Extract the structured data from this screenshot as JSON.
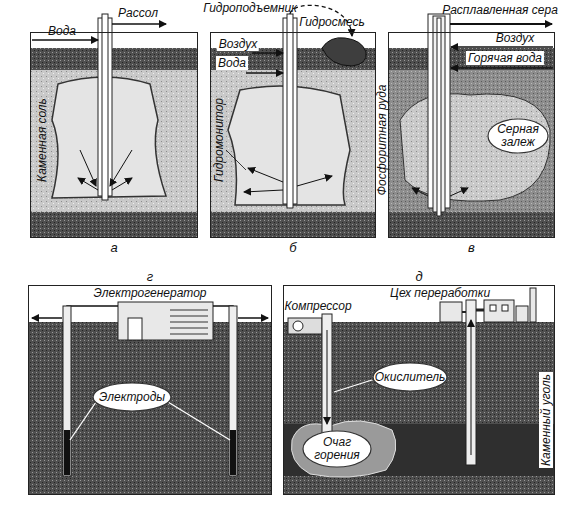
{
  "diagram": {
    "nodes": [
      {
        "text": [
          "а"
        ]
      },
      {
        "text": [
          "б"
        ]
      },
      {
        "text": [
          "в"
        ]
      },
      {
        "text": [
          "Серная залеж"
        ],
        "in": 2
      },
      {
        "text": [
          "г"
        ]
      },
      {
        "text": [
          "Электроды"
        ],
        "in": 4
      },
      {
        "text": [
          "д"
        ]
      },
      {
        "text": [
          "Окислитель"
        ],
        "in": 6
      },
      {
        "text": [
          "Очаг горения"
        ],
        "in": 6
      }
    ],
    "labels": [
      "Рассол",
      "Вода",
      "Каменная соль",
      "Гидроподъемник",
      "Гидросмесь",
      "Воздух",
      "Вода",
      "Гидромонитор",
      "Фосфоритная руда",
      "Расплавленная сера",
      "Воздух",
      "Горячая вода",
      "Электрогенератор",
      "Компрессор",
      "Цех переработки",
      "Каменный уголь"
    ]
  }
}
